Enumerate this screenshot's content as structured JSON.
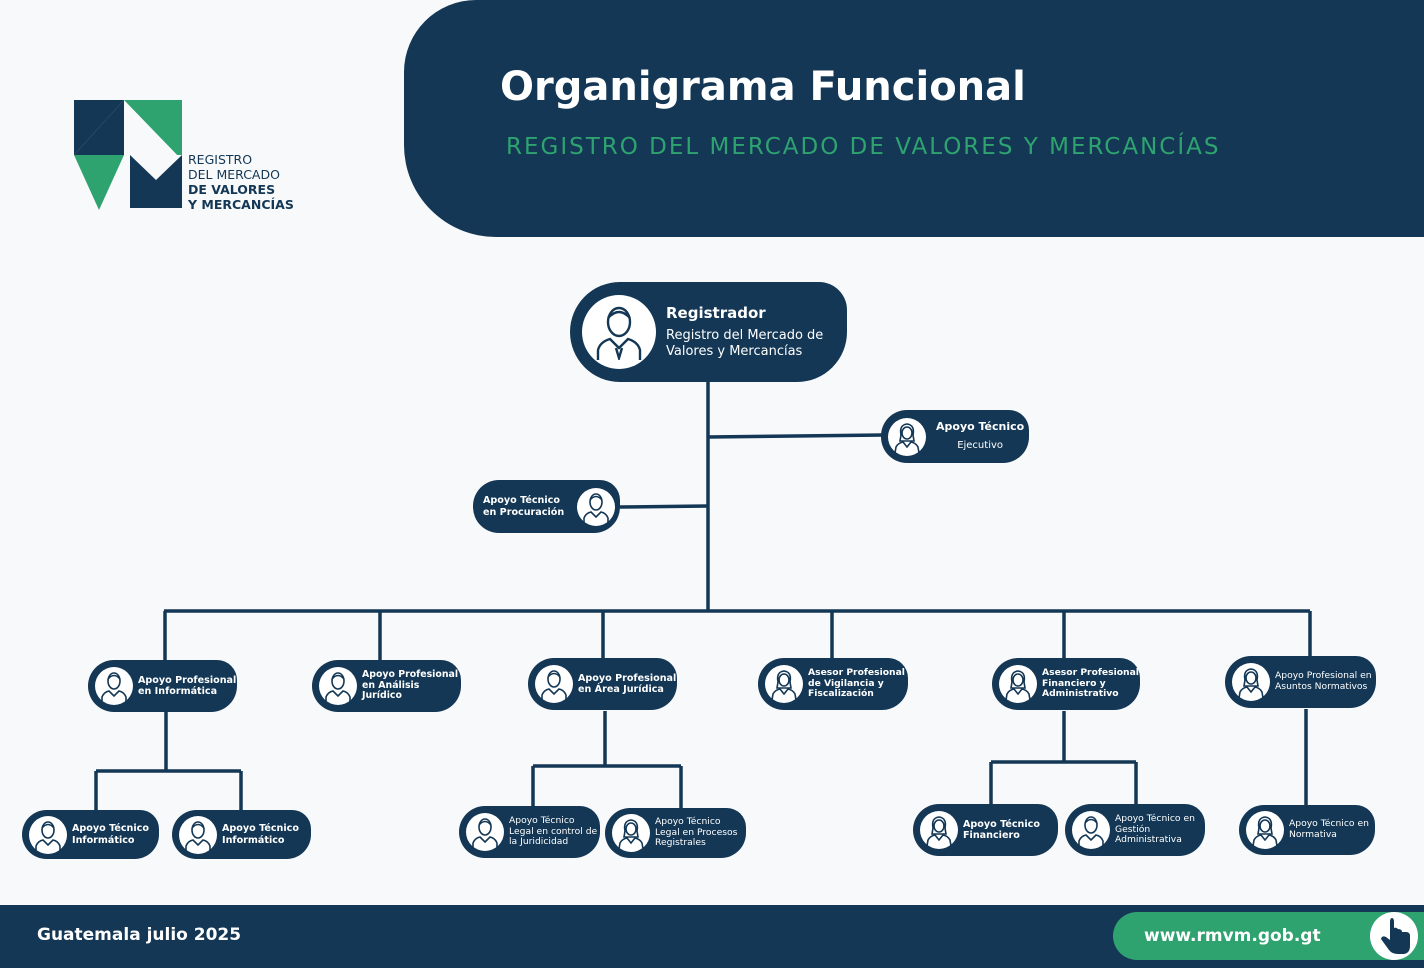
{
  "header": {
    "title": "Organigrama Funcional",
    "subtitle": "REGISTRO DEL MERCADO DE VALORES Y MERCANCÍAS"
  },
  "logo": {
    "line1": "REGISTRO",
    "line2": "DEL MERCADO",
    "line3": "DE VALORES",
    "line4": "Y MERCANCÍAS"
  },
  "org": {
    "root": {
      "title": "Registrador",
      "subtitle": "Registro del Mercado de Valores y Mercancías",
      "icon": "male-user-icon"
    },
    "ejecutivo": {
      "label_line1": "Apoyo Técnico",
      "label_line2": "Ejecutivo",
      "icon": "female-user-icon"
    },
    "procuracion": {
      "label": "Apoyo Técnico en Procuración",
      "icon": "male-user-icon"
    },
    "informatica": {
      "label": "Apoyo Profesional en Informática",
      "icon": "male-user-icon"
    },
    "analisis_juridico": {
      "label": "Apoyo Profesional en Análisis Jurídico",
      "icon": "male-user-icon"
    },
    "area_juridica": {
      "label": "Apoyo Profesional en Área Jurídica",
      "icon": "male-user-icon"
    },
    "vigilancia": {
      "label": "Asesor Profesional de Vigilancia y Fiscalización",
      "icon": "female-user-icon"
    },
    "financiero_admin": {
      "label": "Asesor Profesional Financiero y Administrativo",
      "icon": "female-user-icon"
    },
    "asuntos_normativos": {
      "label": "Apoyo Profesional en Asuntos Normativos",
      "icon": "female-user-icon"
    },
    "informatico_1": {
      "label": "Apoyo Técnico Informático",
      "icon": "male-user-icon"
    },
    "informatico_2": {
      "label": "Apoyo Técnico Informático",
      "icon": "male-user-icon"
    },
    "control_juridicidad": {
      "label": "Apoyo Técnico Legal en control de la Juridicidad",
      "icon": "male-user-icon"
    },
    "procesos_registrales": {
      "label": "Apoyo Técnico Legal en Procesos Registrales",
      "icon": "female-user-icon"
    },
    "tecnico_financiero": {
      "label": "Apoyo Técnico Financiero",
      "icon": "female-user-icon"
    },
    "gestion_administrativa": {
      "label": "Apoyo Técnico en Gestión Administrativa",
      "icon": "male-user-icon"
    },
    "tecnico_normativa": {
      "label": "Apoyo Técnico en Normativa",
      "icon": "female-user-icon"
    }
  },
  "footer": {
    "date": "Guatemala julio 2025",
    "url": "www.rmvm.gob.gt",
    "icon": "pointing-hand-icon"
  },
  "colors": {
    "navy": "#133755",
    "green": "#2ea36f",
    "background": "#f8f9fa"
  }
}
